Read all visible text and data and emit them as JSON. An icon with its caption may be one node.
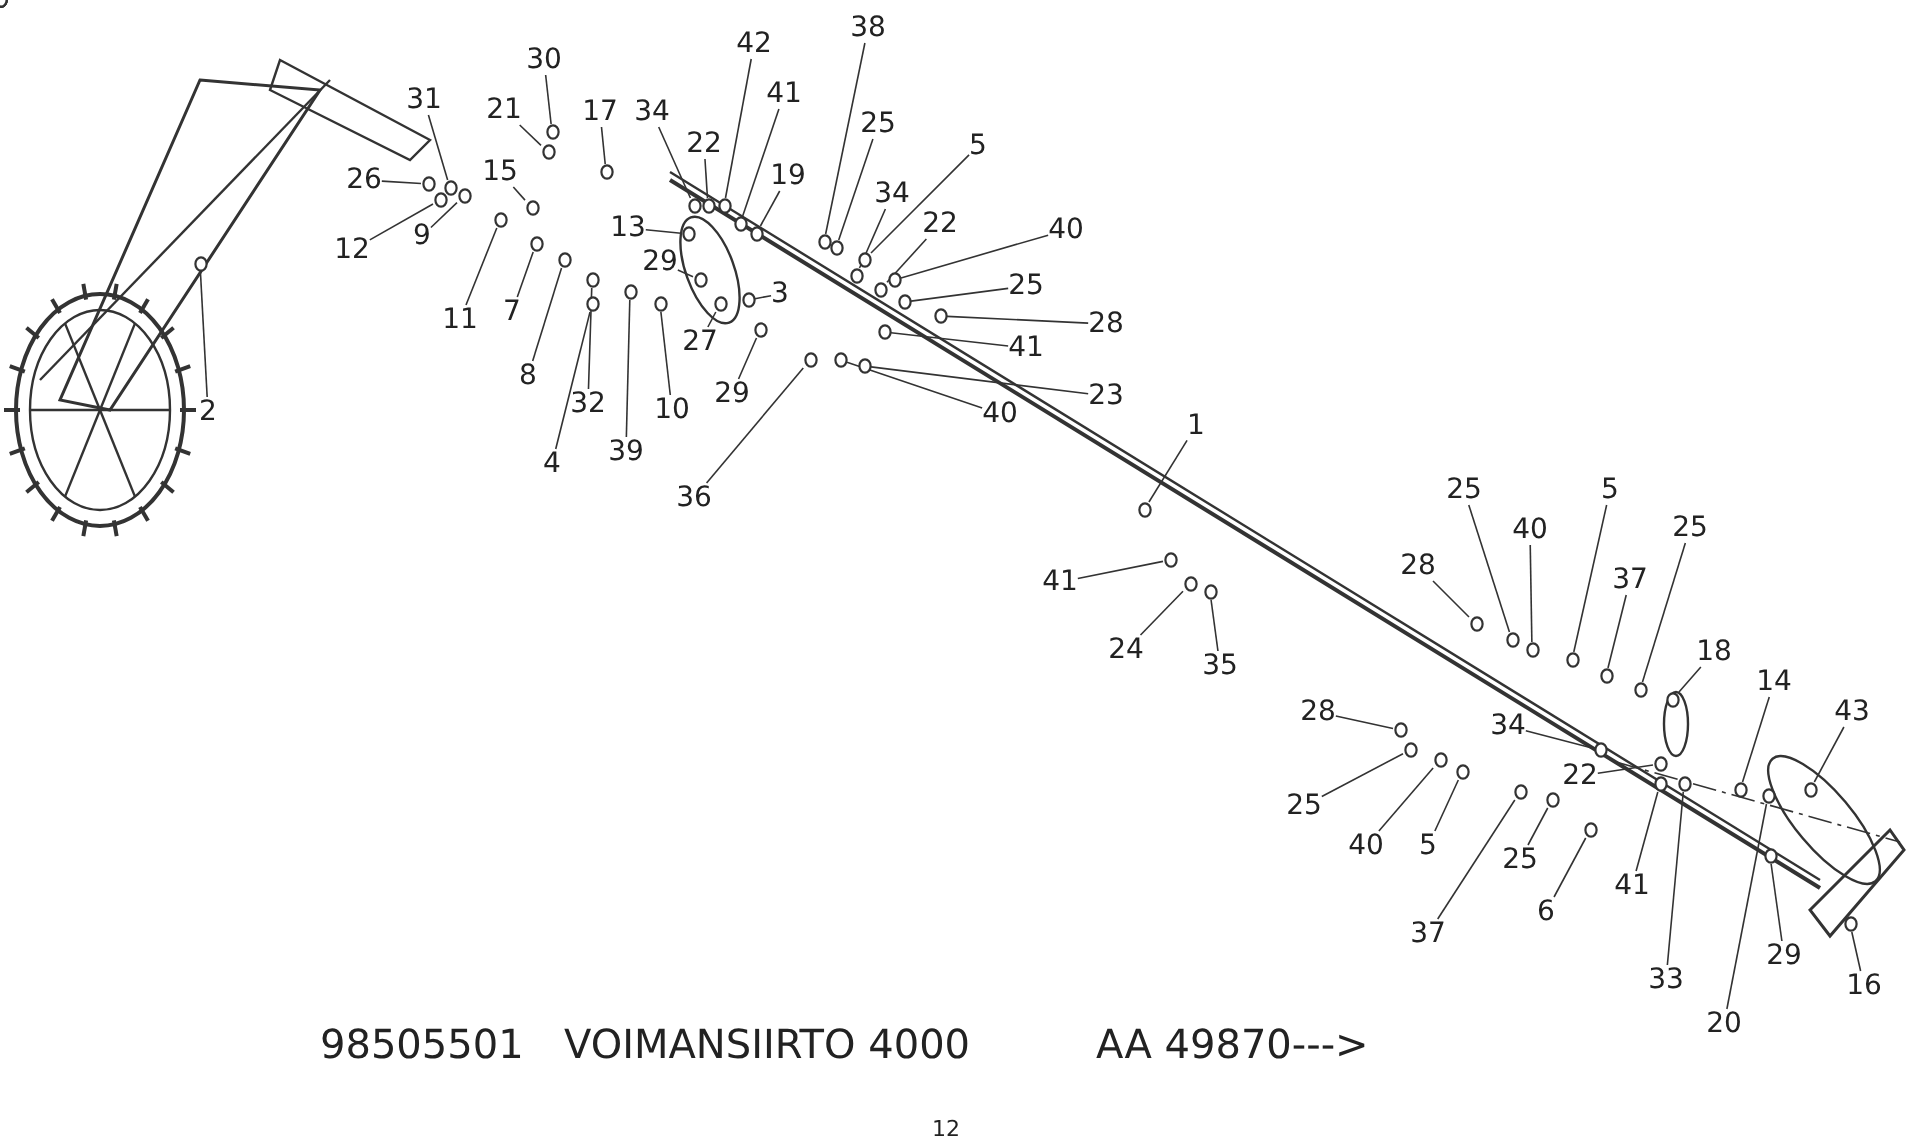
{
  "diagram": {
    "nodes": [
      {
        "text": [
          "31"
        ]
      },
      {
        "text": [
          "30"
        ]
      },
      {
        "text": [
          "21"
        ]
      },
      {
        "text": [
          "17"
        ]
      },
      {
        "text": [
          "34"
        ]
      },
      {
        "text": [
          "22"
        ]
      },
      {
        "text": [
          "42"
        ]
      },
      {
        "text": [
          "41"
        ]
      },
      {
        "text": [
          "19"
        ]
      },
      {
        "text": [
          "38"
        ]
      },
      {
        "text": [
          "25"
        ]
      },
      {
        "text": [
          "5"
        ]
      },
      {
        "text": [
          "34"
        ]
      },
      {
        "text": [
          "22"
        ]
      },
      {
        "text": [
          "40"
        ]
      },
      {
        "text": [
          "25"
        ]
      },
      {
        "text": [
          "28"
        ]
      },
      {
        "text": [
          "41"
        ]
      },
      {
        "text": [
          "23"
        ]
      },
      {
        "text": [
          "40"
        ]
      },
      {
        "text": [
          "26"
        ]
      },
      {
        "text": [
          "15"
        ]
      },
      {
        "text": [
          "12"
        ]
      },
      {
        "text": [
          "9"
        ]
      },
      {
        "text": [
          "13"
        ]
      },
      {
        "text": [
          "29"
        ]
      },
      {
        "text": [
          "3"
        ]
      },
      {
        "text": [
          "11"
        ]
      },
      {
        "text": [
          "7"
        ]
      },
      {
        "text": [
          "27"
        ]
      },
      {
        "text": [
          "8"
        ]
      },
      {
        "text": [
          "32"
        ]
      },
      {
        "text": [
          "10"
        ]
      },
      {
        "text": [
          "29"
        ]
      },
      {
        "text": [
          "39"
        ]
      },
      {
        "text": [
          "4"
        ]
      },
      {
        "text": [
          "36"
        ]
      },
      {
        "text": [
          "2"
        ]
      },
      {
        "text": [
          "1"
        ]
      },
      {
        "text": [
          "41"
        ]
      },
      {
        "text": [
          "24"
        ]
      },
      {
        "text": [
          "35"
        ]
      },
      {
        "text": [
          "25"
        ]
      },
      {
        "text": [
          "40"
        ]
      },
      {
        "text": [
          "5"
        ]
      },
      {
        "text": [
          "25"
        ]
      },
      {
        "text": [
          "28"
        ]
      },
      {
        "text": [
          "37"
        ]
      },
      {
        "text": [
          "18"
        ]
      },
      {
        "text": [
          "14"
        ]
      },
      {
        "text": [
          "43"
        ]
      },
      {
        "text": [
          "28"
        ]
      },
      {
        "text": [
          "34"
        ]
      },
      {
        "text": [
          "22"
        ]
      },
      {
        "text": [
          "25"
        ]
      },
      {
        "text": [
          "40"
        ]
      },
      {
        "text": [
          "5"
        ]
      },
      {
        "text": [
          "25"
        ]
      },
      {
        "text": [
          "37"
        ]
      },
      {
        "text": [
          "6"
        ]
      },
      {
        "text": [
          "41"
        ]
      },
      {
        "text": [
          "33"
        ]
      },
      {
        "text": [
          "29"
        ]
      },
      {
        "text": [
          "20"
        ]
      },
      {
        "text": [
          "16"
        ]
      },
      {
        "text": [],
        "shape": "circle"
      },
      {
        "text": [],
        "shape": "circle"
      },
      {
        "text": [],
        "shape": "circle"
      },
      {
        "text": [],
        "shape": "circle"
      },
      {
        "text": [],
        "shape": "circle"
      },
      {
        "text": [],
        "shape": "circle"
      },
      {
        "text": [],
        "shape": "circle"
      },
      {
        "text": [],
        "shape": "circle"
      },
      {
        "text": [],
        "shape": "circle"
      },
      {
        "text": [],
        "shape": "circle"
      },
      {
        "text": [],
        "shape": "circle"
      },
      {
        "text": [],
        "shape": "circle"
      },
      {
        "text": [],
        "shape": "circle"
      },
      {
        "text": [],
        "shape": "circle"
      },
      {
        "text": [],
        "shape": "circle"
      },
      {
        "text": [],
        "shape": "circle"
      },
      {
        "text": [],
        "shape": "circle"
      },
      {
        "text": [],
        "shape": "circle"
      },
      {
        "text": [],
        "shape": "circle"
      },
      {
        "text": [],
        "shape": "circle"
      },
      {
        "text": [],
        "shape": "circle"
      },
      {
        "text": [],
        "shape": "circle"
      },
      {
        "text": [],
        "shape": "circle"
      },
      {
        "text": [],
        "shape": "circle"
      },
      {
        "text": [],
        "shape": "circle"
      },
      {
        "text": [],
        "shape": "circle"
      },
      {
        "text": [],
        "shape": "circle"
      },
      {
        "text": [],
        "shape": "circle"
      },
      {
        "text": [],
        "shape": "circle"
      },
      {
        "text": [],
        "shape": "circle"
      },
      {
        "text": [],
        "shape": "circle"
      },
      {
        "text": [],
        "shape": "circle"
      },
      {
        "text": [],
        "shape": "circle"
      },
      {
        "text": [],
        "shape": "circle"
      },
      {
        "text": [],
        "shape": "circle"
      },
      {
        "text": [],
        "shape": "circle"
      },
      {
        "text": [],
        "shape": "circle"
      },
      {
        "text": [],
        "shape": "circle"
      },
      {
        "text": [],
        "shape": "circle"
      },
      {
        "text": [],
        "shape": "circle"
      },
      {
        "text": [],
        "shape": "circle"
      },
      {
        "text": [],
        "shape": "circle"
      },
      {
        "text": [],
        "shape": "circle"
      },
      {
        "text": [],
        "shape": "circle"
      },
      {
        "text": [],
        "shape": "circle"
      },
      {
        "text": [],
        "shape": "circle"
      },
      {
        "text": [],
        "shape": "circle"
      },
      {
        "text": [],
        "shape": "circle"
      },
      {
        "text": [],
        "shape": "circle"
      },
      {
        "text": [],
        "shape": "circle"
      },
      {
        "text": [],
        "shape": "circle"
      },
      {
        "text": [],
        "shape": "circle"
      },
      {
        "text": [],
        "shape": "circle"
      },
      {
        "text": [],
        "shape": "circle"
      },
      {
        "text": [],
        "shape": "circle"
      },
      {
        "text": [],
        "shape": "circle"
      },
      {
        "text": [],
        "shape": "circle"
      },
      {
        "text": [],
        "shape": "circle"
      },
      {
        "text": [],
        "shape": "circle"
      },
      {
        "text": [],
        "shape": "circle"
      },
      {
        "text": [],
        "shape": "circle"
      },
      {
        "text": [],
        "shape": "circle"
      },
      {
        "text": [],
        "shape": "circle"
      },
      {
        "text": [],
        "shape": "circle"
      },
      {
        "text": [],
        "shape": "circle"
      },
      {
        "text": [],
        "shape": "circle"
      },
      {
        "text": [],
        "shape": "circle"
      },
      {
        "text": [],
        "shape": "circle"
      },
      {
        "text": [],
        "shape": "circle"
      },
      {
        "text": [],
        "shape": "circle"
      }
    ],
    "edges": [
      {
        "from": 0,
        "to": 65,
        "arrow": "none"
      },
      {
        "from": 1,
        "to": 66,
        "arrow": "none"
      },
      {
        "from": 2,
        "to": 67,
        "arrow": "none"
      },
      {
        "from": 3,
        "to": 68,
        "arrow": "none"
      },
      {
        "from": 4,
        "to": 69,
        "arrow": "none"
      },
      {
        "from": 5,
        "to": 70,
        "arrow": "none"
      },
      {
        "from": 6,
        "to": 71,
        "arrow": "none"
      },
      {
        "from": 7,
        "to": 72,
        "arrow": "none"
      },
      {
        "from": 8,
        "to": 73,
        "arrow": "none"
      },
      {
        "from": 9,
        "to": 74,
        "arrow": "none"
      },
      {
        "from": 10,
        "to": 75,
        "arrow": "none"
      },
      {
        "from": 11,
        "to": 76,
        "arrow": "none"
      },
      {
        "from": 12,
        "to": 77,
        "arrow": "none"
      },
      {
        "from": 13,
        "to": 78,
        "arrow": "none"
      },
      {
        "from": 14,
        "to": 79,
        "arrow": "none"
      },
      {
        "from": 15,
        "to": 80,
        "arrow": "none"
      },
      {
        "from": 16,
        "to": 81,
        "arrow": "none"
      },
      {
        "from": 17,
        "to": 82,
        "arrow": "none"
      },
      {
        "from": 18,
        "to": 83,
        "arrow": "none"
      },
      {
        "from": 19,
        "to": 84,
        "arrow": "none"
      },
      {
        "from": 20,
        "to": 85,
        "arrow": "none"
      },
      {
        "from": 21,
        "to": 86,
        "arrow": "none"
      },
      {
        "from": 22,
        "to": 87,
        "arrow": "none"
      },
      {
        "from": 23,
        "to": 88,
        "arrow": "none"
      },
      {
        "from": 24,
        "to": 89,
        "arrow": "none"
      },
      {
        "from": 25,
        "to": 90,
        "arrow": "none"
      },
      {
        "from": 26,
        "to": 91,
        "arrow": "none"
      },
      {
        "from": 27,
        "to": 92,
        "arrow": "none"
      },
      {
        "from": 28,
        "to": 93,
        "arrow": "none"
      },
      {
        "from": 29,
        "to": 94,
        "arrow": "none"
      },
      {
        "from": 30,
        "to": 95,
        "arrow": "none"
      },
      {
        "from": 31,
        "to": 96,
        "arrow": "none"
      },
      {
        "from": 32,
        "to": 97,
        "arrow": "none"
      },
      {
        "from": 33,
        "to": 98,
        "arrow": "none"
      },
      {
        "from": 34,
        "to": 99,
        "arrow": "none"
      },
      {
        "from": 35,
        "to": 100,
        "arrow": "none"
      },
      {
        "from": 36,
        "to": 101,
        "arrow": "none"
      },
      {
        "from": 37,
        "to": 102,
        "arrow": "none"
      },
      {
        "from": 38,
        "to": 103,
        "arrow": "none"
      },
      {
        "from": 39,
        "to": 104,
        "arrow": "none"
      },
      {
        "from": 40,
        "to": 105,
        "arrow": "none"
      },
      {
        "from": 41,
        "to": 106,
        "arrow": "none"
      },
      {
        "from": 42,
        "to": 107,
        "arrow": "none"
      },
      {
        "from": 43,
        "to": 108,
        "arrow": "none"
      },
      {
        "from": 44,
        "to": 109,
        "arrow": "none"
      },
      {
        "from": 45,
        "to": 110,
        "arrow": "none"
      },
      {
        "from": 46,
        "to": 111,
        "arrow": "none"
      },
      {
        "from": 47,
        "to": 112,
        "arrow": "none"
      },
      {
        "from": 48,
        "to": 113,
        "arrow": "none"
      },
      {
        "from": 49,
        "to": 114,
        "arrow": "none"
      },
      {
        "from": 50,
        "to": 115,
        "arrow": "none"
      },
      {
        "from": 51,
        "to": 116,
        "arrow": "none"
      },
      {
        "from": 52,
        "to": 117,
        "arrow": "none"
      },
      {
        "from": 53,
        "to": 118,
        "arrow": "none"
      },
      {
        "from": 54,
        "to": 119,
        "arrow": "none"
      },
      {
        "from": 55,
        "to": 120,
        "arrow": "none"
      },
      {
        "from": 56,
        "to": 121,
        "arrow": "none"
      },
      {
        "from": 57,
        "to": 122,
        "arrow": "none"
      },
      {
        "from": 58,
        "to": 123,
        "arrow": "none"
      },
      {
        "from": 59,
        "to": 124,
        "arrow": "none"
      },
      {
        "from": 60,
        "to": 125,
        "arrow": "none"
      },
      {
        "from": 61,
        "to": 126,
        "arrow": "none"
      },
      {
        "from": 62,
        "to": 127,
        "arrow": "none"
      },
      {
        "from": 63,
        "to": 128,
        "arrow": "none"
      },
      {
        "from": 64,
        "to": 129,
        "arrow": "none"
      }
    ],
    "labels": [
      "98505501",
      "VOIMANSIIRTO 4000",
      "AA 49870--->",
      "12"
    ]
  }
}
